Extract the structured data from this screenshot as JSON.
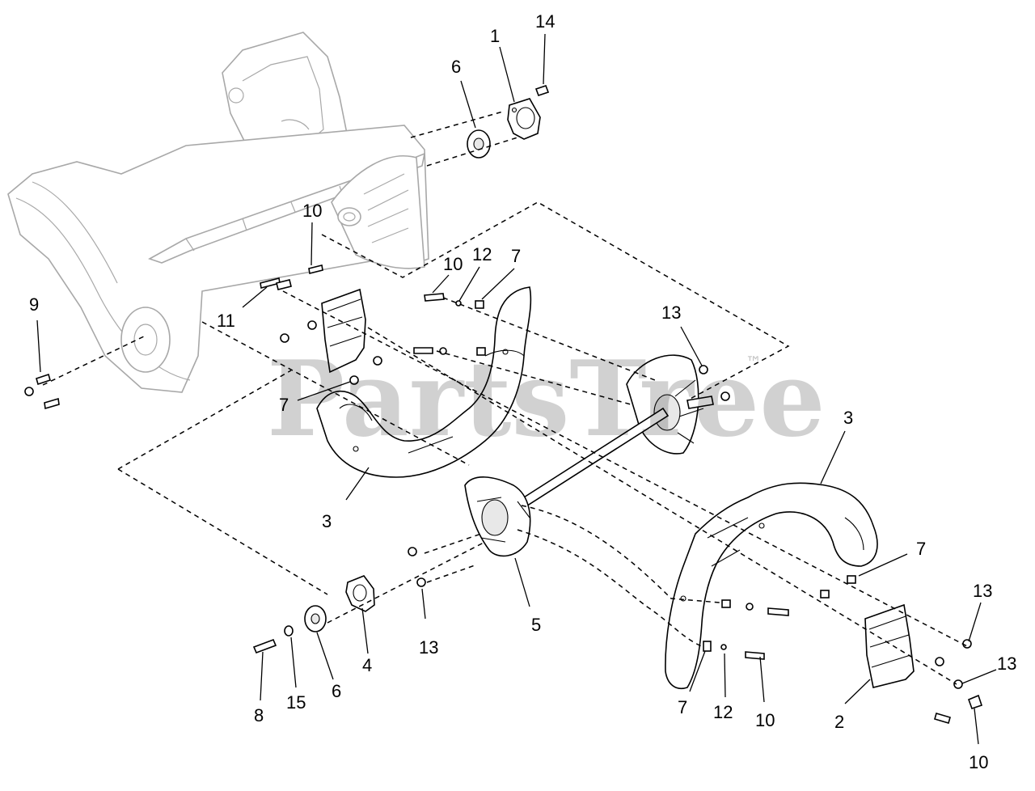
{
  "watermark": {
    "text": "PartsTree",
    "trademark": "™"
  },
  "callouts": [
    {
      "id": "c1",
      "label": "1"
    },
    {
      "id": "c14",
      "label": "14"
    },
    {
      "id": "c6a",
      "label": "6"
    },
    {
      "id": "c10a",
      "label": "10"
    },
    {
      "id": "c10b",
      "label": "10"
    },
    {
      "id": "c12a",
      "label": "12"
    },
    {
      "id": "c7a",
      "label": "7"
    },
    {
      "id": "c9",
      "label": "9"
    },
    {
      "id": "c11",
      "label": "11"
    },
    {
      "id": "c13a",
      "label": "13"
    },
    {
      "id": "c7b",
      "label": "7"
    },
    {
      "id": "c3a",
      "label": "3"
    },
    {
      "id": "c3b",
      "label": "3"
    },
    {
      "id": "c7c",
      "label": "7"
    },
    {
      "id": "c13b",
      "label": "13"
    },
    {
      "id": "c13c",
      "label": "13"
    },
    {
      "id": "c5",
      "label": "5"
    },
    {
      "id": "c13d",
      "label": "13"
    },
    {
      "id": "c4",
      "label": "4"
    },
    {
      "id": "c6b",
      "label": "6"
    },
    {
      "id": "c15",
      "label": "15"
    },
    {
      "id": "c8",
      "label": "8"
    },
    {
      "id": "c7d",
      "label": "7"
    },
    {
      "id": "c12b",
      "label": "12"
    },
    {
      "id": "c10c",
      "label": "10"
    },
    {
      "id": "c2",
      "label": "2"
    },
    {
      "id": "c10d",
      "label": "10"
    }
  ]
}
